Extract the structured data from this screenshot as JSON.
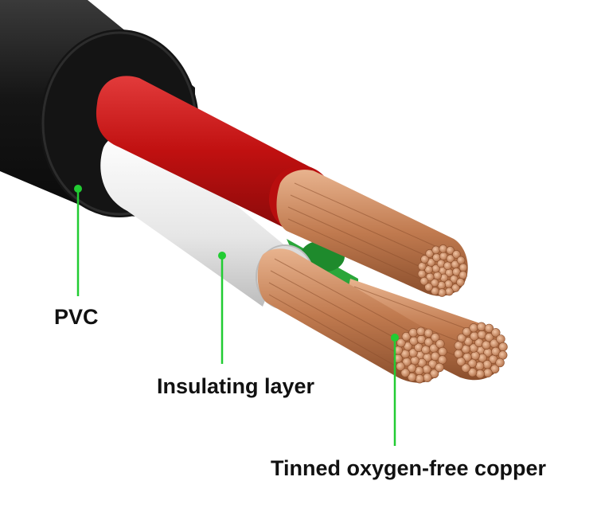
{
  "labels": {
    "pvc": "PVC",
    "insulating_layer": "Insulating layer",
    "copper": "Tinned oxygen-free copper"
  },
  "colors": {
    "callout": "#22cc33",
    "jacket": "#1a1a1a",
    "red_insulation": "#cc1111",
    "white_insulation": "#e8e8e8",
    "green_insulation": "#2aa63a",
    "copper": "#c98a5e"
  }
}
